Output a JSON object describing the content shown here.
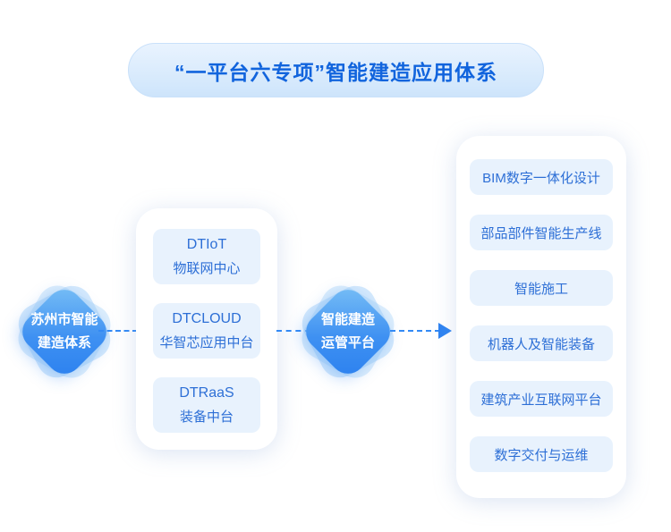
{
  "banner": {
    "title": "“一平台六专项”智能建造应用体系"
  },
  "nodes": {
    "left": {
      "line1": "苏州市智能",
      "line2": "建造体系"
    },
    "middle": {
      "line1": "智能建造",
      "line2": "运管平台"
    }
  },
  "platform_card": {
    "items": [
      {
        "name": "DTIoT",
        "desc": "物联网中心"
      },
      {
        "name": "DTCLOUD",
        "desc": "华智芯应用中台"
      },
      {
        "name": "DTRaaS",
        "desc": "装备中台"
      }
    ]
  },
  "application_card": {
    "items": [
      {
        "label": "BIM数字一体化设计"
      },
      {
        "label": "部品部件智能生产线"
      },
      {
        "label": "智能施工"
      },
      {
        "label": "机器人及智能装备"
      },
      {
        "label": "建筑产业互联网平台"
      },
      {
        "label": "数字交付与运维"
      }
    ]
  },
  "colors": {
    "title_text": "#1164dd",
    "banner_bg": "#d9eafc",
    "chip_bg": "#e8f2fd",
    "chip_text": "#2d6fd6",
    "diamond_gradient_start": "#7bc1f6",
    "diamond_gradient_end": "#2b80ef",
    "connector": "#338af5",
    "card_bg": "#ffffff"
  }
}
